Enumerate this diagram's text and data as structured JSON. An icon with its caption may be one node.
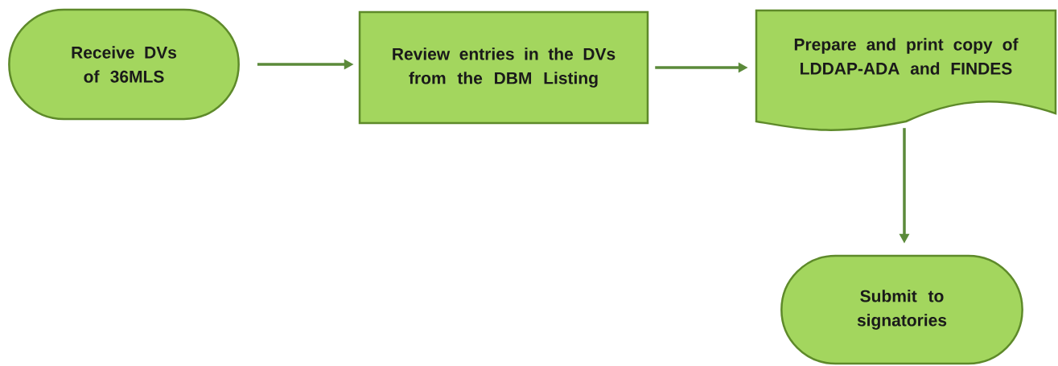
{
  "diagram": {
    "nodes": [
      {
        "text": [
          "Receive DVs of 36MLS"
        ]
      },
      {
        "text": [
          "Review entries in the DVs from the DBM Listing"
        ]
      },
      {
        "text": [
          "Prepare and print copy of LDDAP-ADA and FINDES"
        ]
      },
      {
        "text": [
          "Submit to signatories"
        ]
      }
    ],
    "edges": [
      {
        "from": 0,
        "to": 1,
        "arrow": "to"
      },
      {
        "from": 1,
        "to": 2,
        "arrow": "to"
      },
      {
        "from": 2,
        "to": 3,
        "arrow": "to"
      }
    ]
  }
}
